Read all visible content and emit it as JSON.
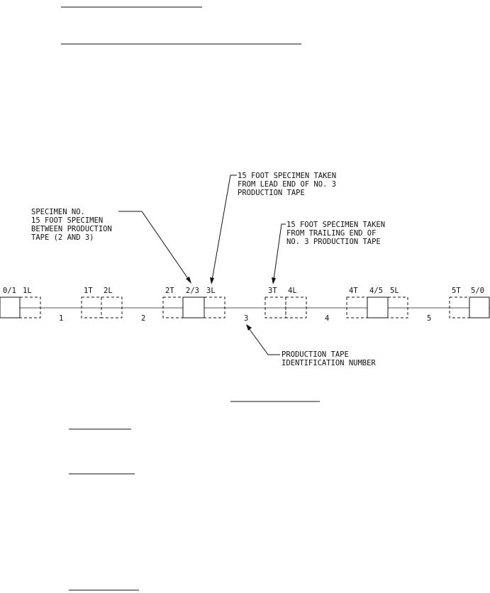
{
  "specimen_labels": [
    "0/1",
    "1L",
    "1T",
    "2L",
    "2T",
    "2/3",
    "3L",
    "3T",
    "4L",
    "4T",
    "4/5",
    "5L",
    "5T",
    "5/0"
  ],
  "tape_numbers": [
    "1",
    "2",
    "3",
    "4",
    "5"
  ],
  "callouts": {
    "lead_end": [
      "15 FOOT SPECIMEN TAKEN",
      "FROM LEAD END OF NO. 3",
      "PRODUCTION TAPE"
    ],
    "between": [
      "SPECIMEN NO.",
      "15 FOOT SPECIMEN",
      "BETWEEN PRODUCTION",
      "TAPE (2 AND 3)"
    ],
    "trailing_end": [
      "15 FOOT SPECIMEN TAKEN",
      "FROM TRAILING END OF",
      "NO. 3 PRODUCTION TAPE"
    ],
    "tape_id": [
      "PRODUCTION TAPE",
      "IDENTIFICATION NUMBER"
    ]
  },
  "colors": {
    "ink": "#111111",
    "paper": "#ffffff"
  }
}
